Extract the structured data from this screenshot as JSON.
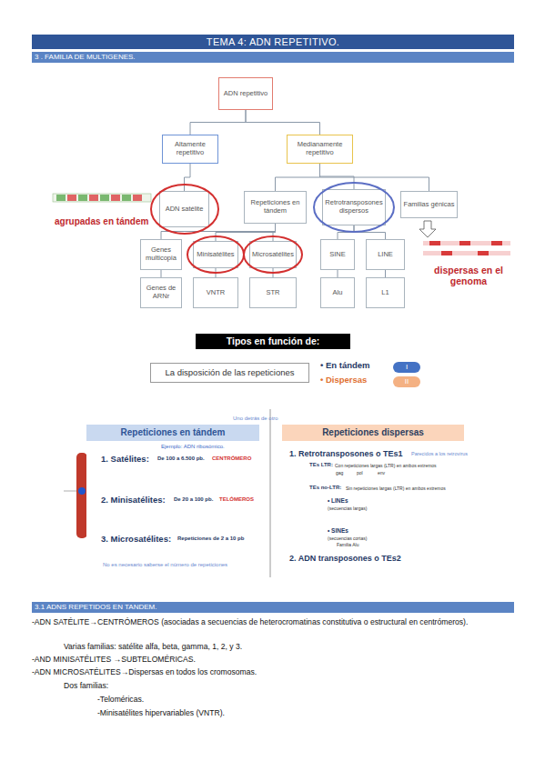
{
  "diagram": {
    "title": "TEMA 4: ADN REPETITIVO.",
    "nodes": [
      {
        "text": [
          "3 . FAMILIA DE MULTIGENES."
        ]
      },
      {
        "text": [
          "ADN repetitivo"
        ]
      },
      {
        "text": [
          "Altamente repetitivo"
        ]
      },
      {
        "text": [
          "Medianamente repetitivo"
        ]
      },
      {
        "text": [
          "ADN satélite"
        ]
      },
      {
        "text": [
          "Repeticiones en tándem"
        ]
      },
      {
        "text": [
          "Retrotransposones dispersos"
        ]
      },
      {
        "text": [
          "Familias génicas"
        ]
      },
      {
        "text": [
          "Genes multicopia"
        ]
      },
      {
        "text": [
          "Minisatélites"
        ]
      },
      {
        "text": [
          "Microsatélites"
        ]
      },
      {
        "text": [
          "SINE"
        ]
      },
      {
        "text": [
          "LINE"
        ]
      },
      {
        "text": [
          "Genes de ARNr"
        ]
      },
      {
        "text": [
          "VNTR"
        ]
      },
      {
        "text": [
          "STR"
        ]
      },
      {
        "text": [
          "Alu"
        ]
      },
      {
        "text": [
          "L1"
        ]
      },
      {
        "text": [
          "Tipos en función de:"
        ]
      },
      {
        "text": [
          "La disposición de las repeticiones"
        ]
      },
      {
        "text": [
          "I"
        ]
      },
      {
        "text": [
          "II"
        ]
      },
      {
        "text": [
          "Repeticiones en tándem",
          "Ejemplo: ADN ribosómico.",
          "1. Satélites:",
          "De 100 a 6.500 pb.",
          "CENTRÓMERO",
          "2. Minisatélites:",
          "De 20 a 100 pb.",
          "TELÓMEROS",
          "3. Microsatélites:",
          "Repeticiones de 2 a 10 pb",
          "No es necesario saberse el número de repeticiones"
        ]
      },
      {
        "text": [
          "Repeticiones dispersas",
          "1. Retrotransposones o TEs1",
          "Parecidos a los retrovirus",
          "TEs LTR:",
          "Con repeticiones largas (LTR) en ambos extremos",
          "TEs no-LTR:",
          "Sin repeticiones largas (LTR) en ambos extremos",
          "• LINEs",
          "(secuencias largas)",
          "• SINEs",
          "(secuencias cortas)",
          "Familia Alu",
          "2. ADN transposones o TEs2"
        ]
      },
      {
        "text": [
          "3.1 ADNS REPETIDOS EN TANDEM."
        ]
      }
    ],
    "edges": [
      {
        "from": 1,
        "to": 2,
        "arrow": "none"
      },
      {
        "from": 1,
        "to": 3,
        "arrow": "none"
      },
      {
        "from": 2,
        "to": 4,
        "arrow": "none"
      },
      {
        "from": 3,
        "to": 5,
        "arrow": "none"
      },
      {
        "from": 3,
        "to": 6,
        "arrow": "none"
      },
      {
        "from": 3,
        "to": 7,
        "arrow": "none"
      },
      {
        "from": 5,
        "to": 8,
        "arrow": "none"
      },
      {
        "from": 5,
        "to": 9,
        "arrow": "none"
      },
      {
        "from": 5,
        "to": 10,
        "arrow": "none"
      },
      {
        "from": 6,
        "to": 11,
        "arrow": "none"
      },
      {
        "from": 6,
        "to": 12,
        "arrow": "none"
      },
      {
        "from": 8,
        "to": 13,
        "arrow": "none"
      },
      {
        "from": 9,
        "to": 14,
        "arrow": "none"
      },
      {
        "from": 10,
        "to": 15,
        "arrow": "none"
      },
      {
        "from": 11,
        "to": 16,
        "arrow": "none"
      },
      {
        "from": 12,
        "to": 17,
        "arrow": "none"
      }
    ],
    "labels": [
      "agrupadas en tándem",
      "dispersas en el genoma",
      "• En tándem",
      "• Dispersas",
      "Uno detrás de otro",
      "gag",
      "pol",
      "env",
      "-ADN SATÉLITE→CENTRÓMEROS (asociadas a secuencias de heterocromatinas constitutiva o estructural en centrómeros).",
      "Varias familias: satélite alfa, beta, gamma, 1, 2, y 3.",
      "-AND MINISATÉLITES →SUBTELOMÉRICAS.",
      "-ADN MICROSATÉLITES→Dispersas en todos los cromosomas.",
      "Dos familias:",
      "-Teloméricas.",
      "-Minisatélites hipervariables (VNTR)."
    ]
  }
}
